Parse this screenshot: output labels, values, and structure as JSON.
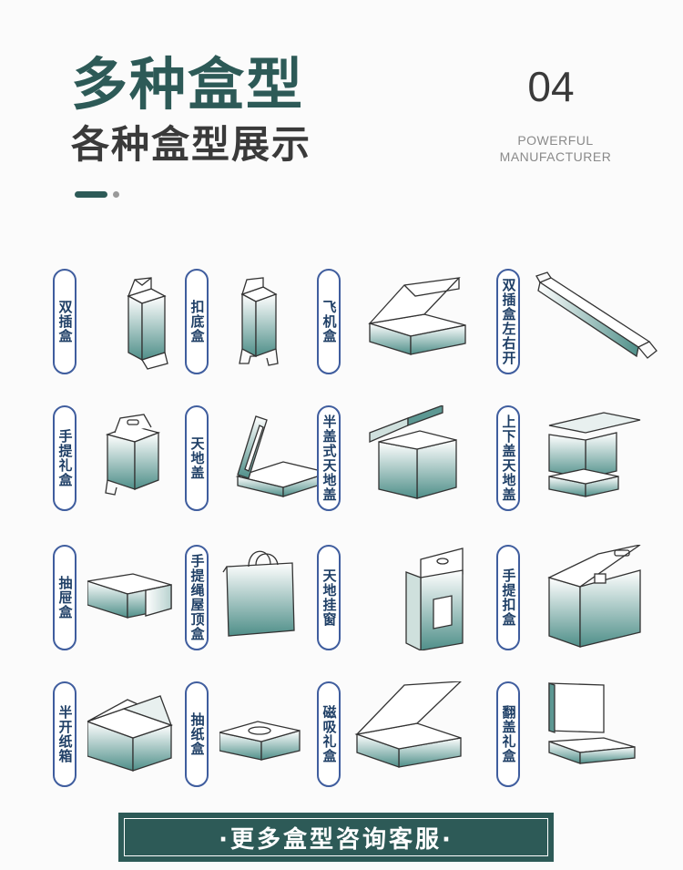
{
  "header": {
    "title_main": "多种盒型",
    "title_sub": "各种盒型展示",
    "number": "04",
    "tagline_line1": "POWERFUL",
    "tagline_line2": "MANUFACTURER"
  },
  "box_types": [
    {
      "label": "双插盒",
      "icon": "double-tuck-box-icon"
    },
    {
      "label": "扣底盒",
      "icon": "lock-bottom-box-icon"
    },
    {
      "label": "飞机盒",
      "icon": "mailer-box-icon"
    },
    {
      "label": "双插盒左右开",
      "icon": "side-open-tuck-box-icon"
    },
    {
      "label": "手提礼盒",
      "icon": "handle-gift-box-icon"
    },
    {
      "label": "天地盖",
      "icon": "lid-base-box-icon"
    },
    {
      "label": "半盖式天地盖",
      "icon": "half-lid-box-icon"
    },
    {
      "label": "上下盖天地盖",
      "icon": "top-bottom-lid-box-icon"
    },
    {
      "label": "抽屉盒",
      "icon": "drawer-box-icon"
    },
    {
      "label": "手提绳屋顶盒",
      "icon": "rope-handle-bag-icon"
    },
    {
      "label": "天地挂窗",
      "icon": "hanging-window-box-icon"
    },
    {
      "label": "手提扣盒",
      "icon": "handle-lock-box-icon"
    },
    {
      "label": "半开纸箱",
      "icon": "half-open-carton-icon"
    },
    {
      "label": "抽纸盒",
      "icon": "tissue-box-icon"
    },
    {
      "label": "磁吸礼盒",
      "icon": "magnetic-gift-box-icon"
    },
    {
      "label": "翻盖礼盒",
      "icon": "flip-lid-gift-box-icon"
    }
  ],
  "cta": {
    "label": "·更多盒型咨询客服·"
  },
  "colors": {
    "brand": "#2d5a57",
    "pill_border": "#3f5d9e",
    "pill_text": "#1f3f66",
    "gradient_top": "#ffffff",
    "gradient_bottom": "#4f8f89"
  }
}
